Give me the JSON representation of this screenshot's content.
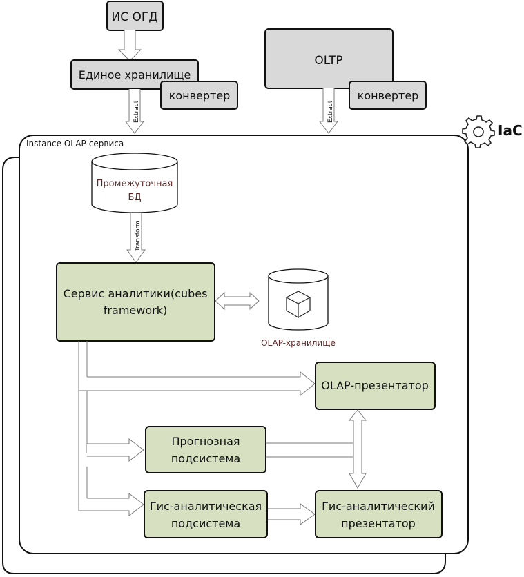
{
  "diagram": {
    "sources": {
      "ogd": "ИС ОГД",
      "unified_storage": "Единое хранилище",
      "converter_left": "конвертер",
      "oltp": "OLTP",
      "converter_right": "конвертер"
    },
    "arrow_labels": {
      "extract_left": "Extract",
      "extract_right": "Extract",
      "transform": "Transform"
    },
    "iac_label": "IaC",
    "instance_label": "Instance OLAP-сервиса",
    "staging_db": [
      "Промежуточная",
      "БД"
    ],
    "analytics_service": [
      "Сервис аналитики(cubes",
      "framework)"
    ],
    "olap_storage": "OLAP-хранилище",
    "olap_presenter": "OLAP-презентатор",
    "forecast_subsystem": [
      "Прогнозная",
      "подсистема"
    ],
    "gis_subsystem": [
      "Гис-аналитическая",
      "подсистема"
    ],
    "gis_presenter": [
      "Гис-аналитический",
      "презентатор"
    ],
    "colors": {
      "source_fill": "#d9d9d9",
      "component_fill": "#d7e0c0",
      "db_label": "#5a2a2a"
    }
  }
}
